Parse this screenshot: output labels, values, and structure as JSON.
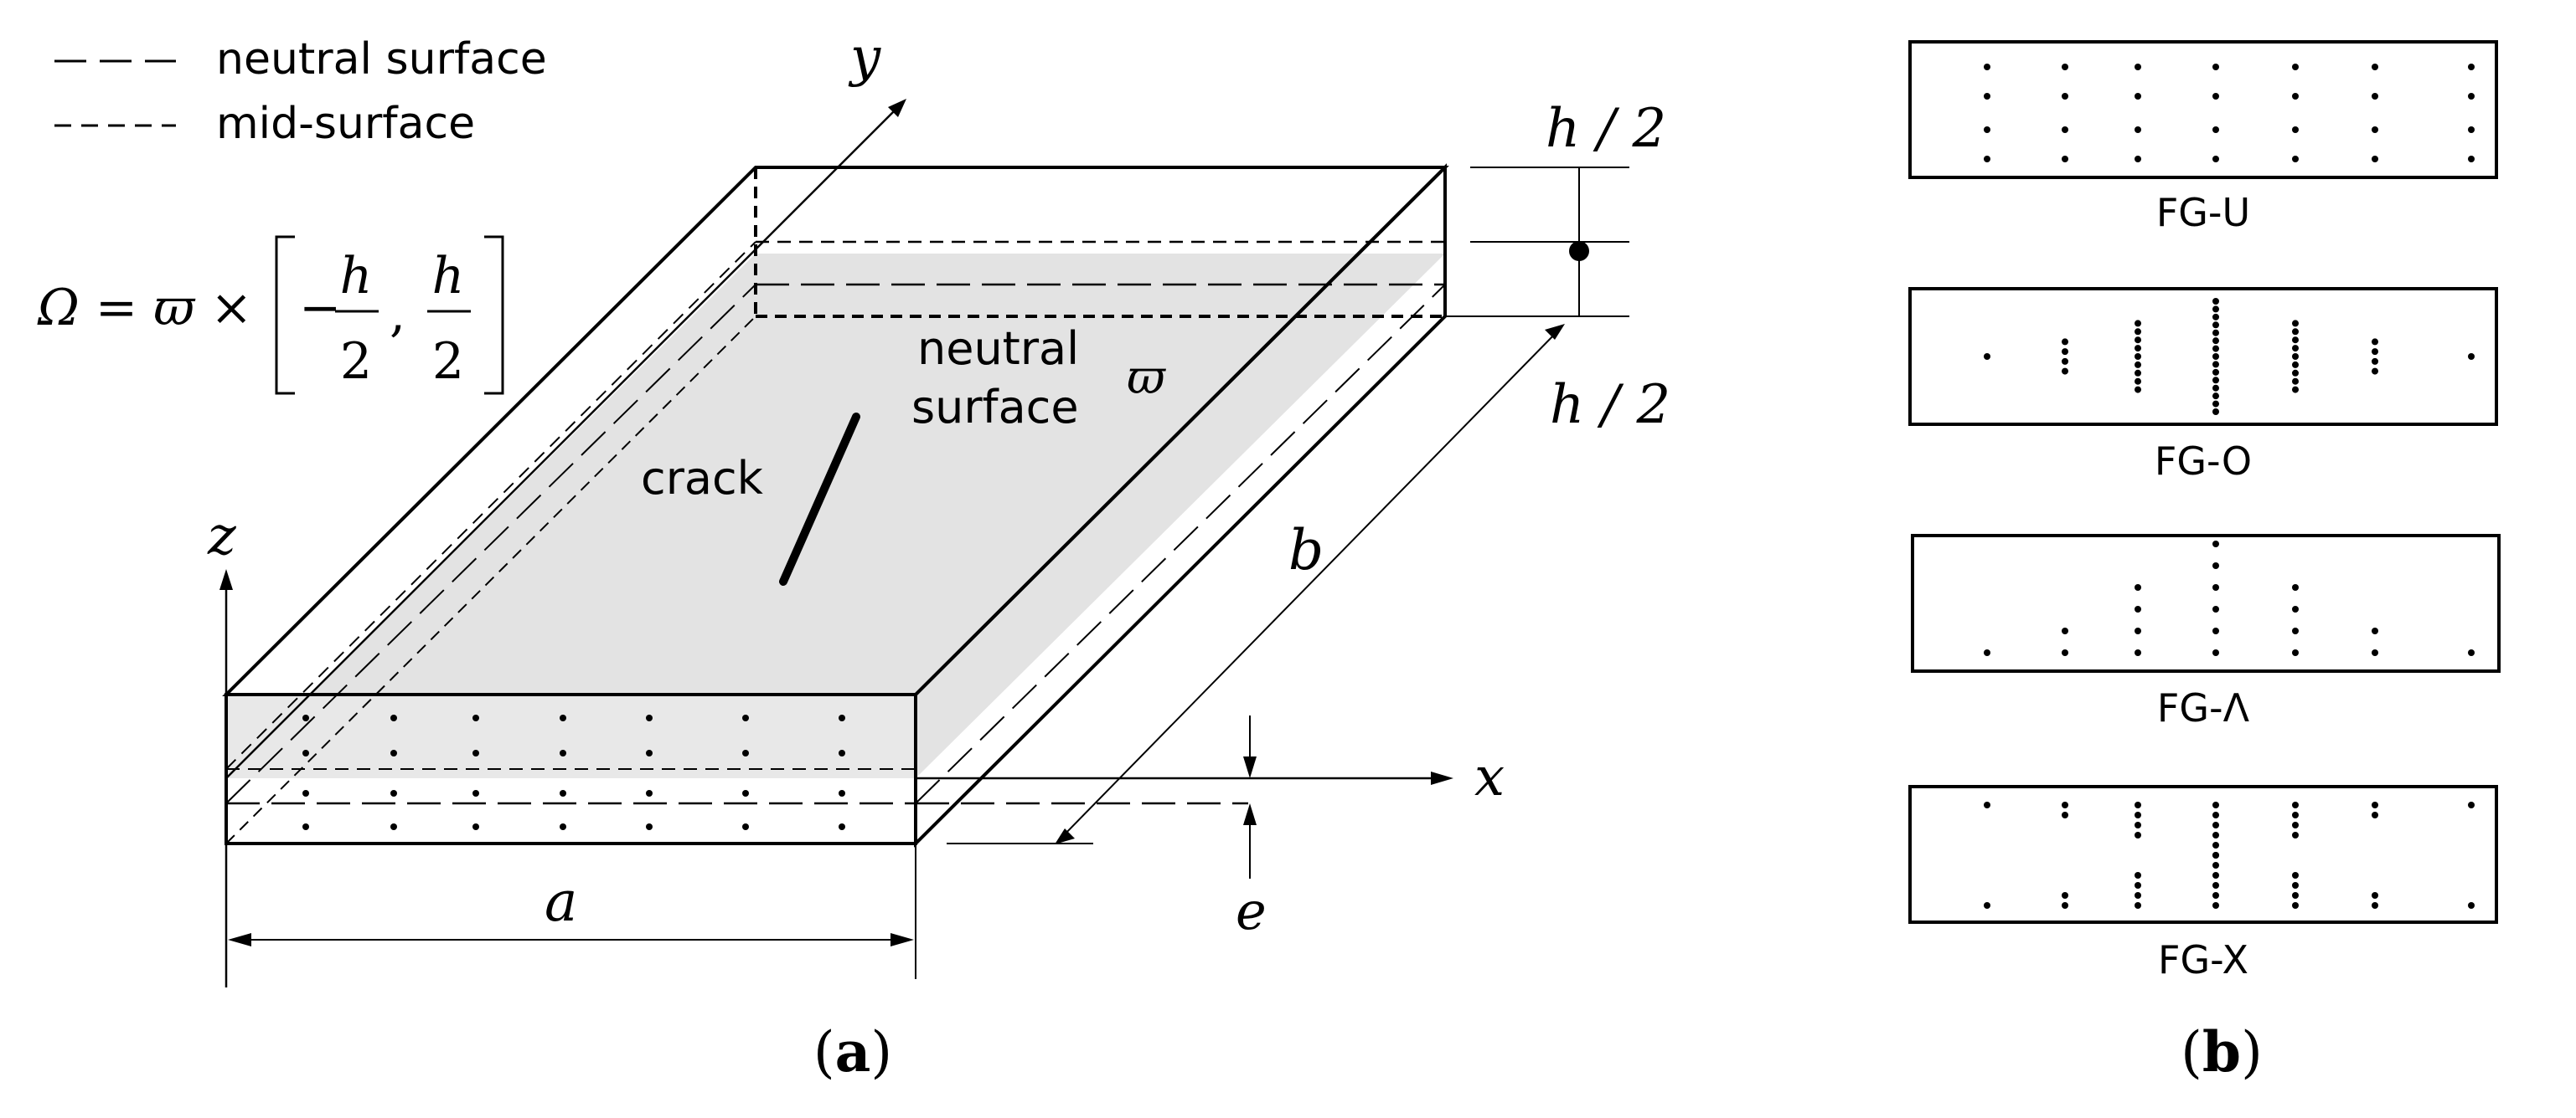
{
  "legend": {
    "neutral_surface": "neutral surface",
    "mid_surface": "mid-surface"
  },
  "panel_a": {
    "domain_eq": {
      "prefix": "Ω = ϖ ×",
      "minus": "−",
      "h1": "h",
      "two1": "2",
      "comma": ",",
      "h2": "h",
      "two2": "2"
    },
    "axis_x": "x",
    "axis_y": "y",
    "axis_z": "z",
    "half_thickness_top": "h / 2",
    "half_thickness_bottom": "h / 2",
    "neutral_label_line1": "neutral",
    "neutral_label_line2": "surface",
    "neutral_symbol": "ϖ",
    "crack_label": "crack",
    "dim_a": "a",
    "dim_b": "b",
    "dim_e": "e",
    "caption_open": "(",
    "caption_letter": "a",
    "caption_close": ")"
  },
  "panel_b": {
    "patterns": [
      {
        "label": "FG-U"
      },
      {
        "label": "FG-O"
      },
      {
        "label": "FG-Λ"
      },
      {
        "label": "FG-X"
      }
    ],
    "caption_open": "(",
    "caption_letter": "b",
    "caption_close": ")"
  }
}
